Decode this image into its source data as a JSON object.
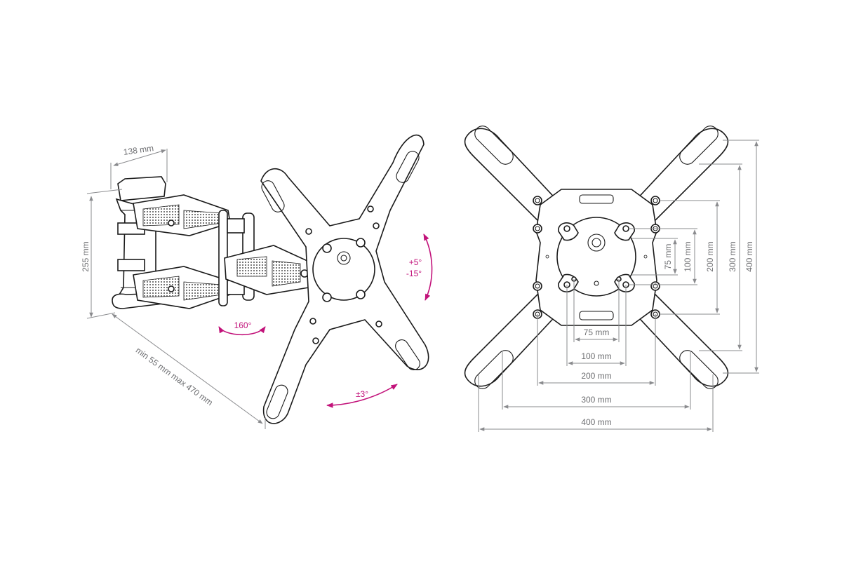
{
  "side_view": {
    "width_label": "138 mm",
    "height_label": "255 mm",
    "extension_label": "min 55 mm max 470 mm",
    "swivel_label": "160°",
    "tilt_up_label": "+5°",
    "tilt_down_label": "-15°",
    "rotation_label": "±3°"
  },
  "front_view": {
    "vesa_h": [
      "75 mm",
      "100 mm",
      "200 mm",
      "300 mm",
      "400 mm"
    ],
    "vesa_v": [
      "75 mm",
      "100 mm",
      "200 mm",
      "300 mm",
      "400 mm"
    ]
  },
  "colors": {
    "accent": "#c2127a",
    "dimension": "#6d6e71",
    "line": "#1a1a1a"
  }
}
